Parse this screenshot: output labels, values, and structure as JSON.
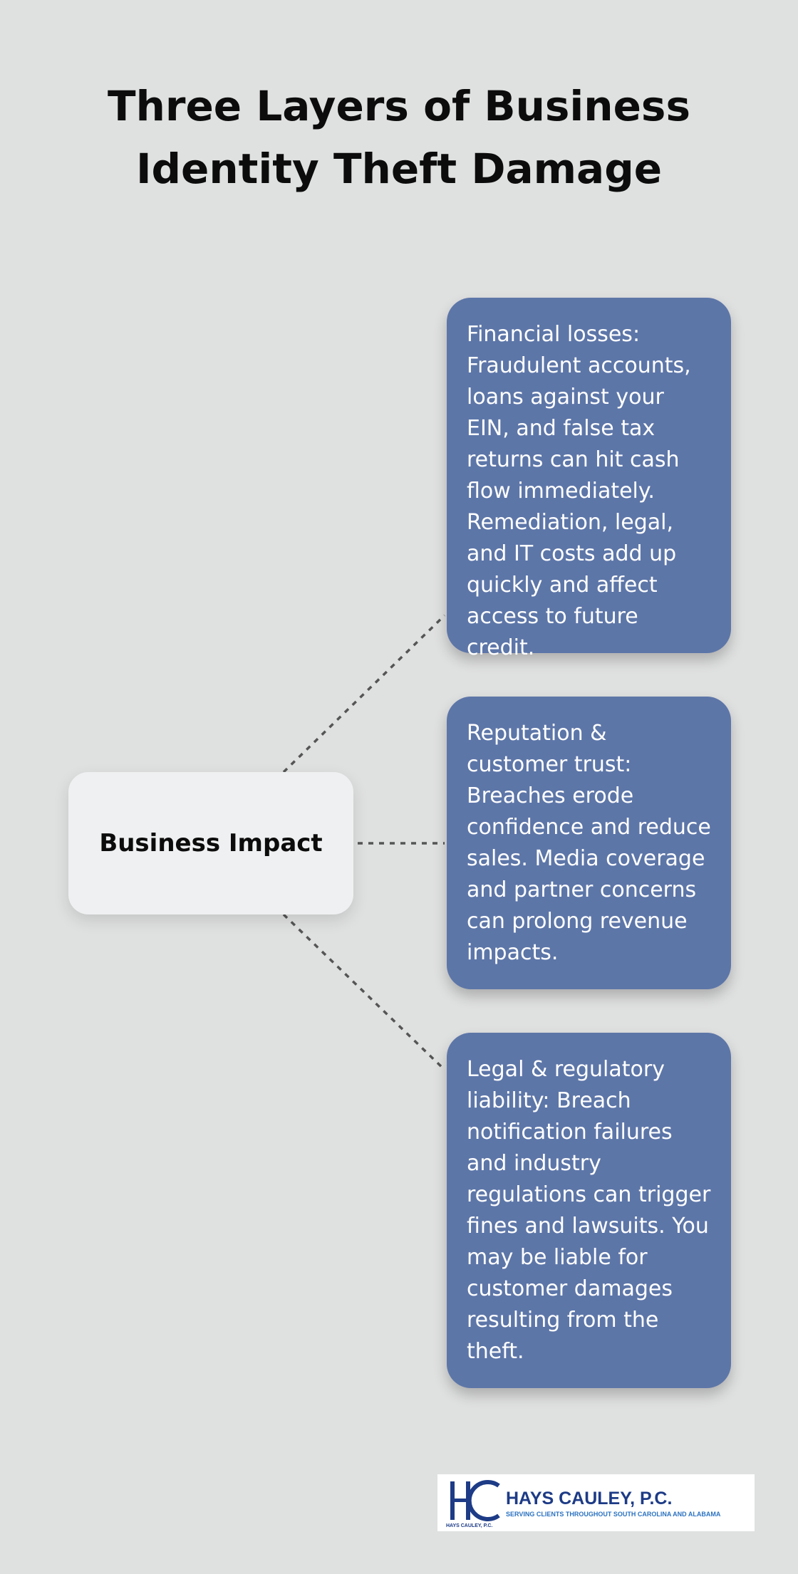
{
  "title": "Three Layers of Business Identity Theft Damage",
  "center_node": {
    "label": "Business Impact"
  },
  "cards": [
    {
      "text": "Financial losses: Fraudulent accounts, loans against your EIN, and false tax returns can hit cash flow immediately. Remediation, legal, and IT costs add up quickly and affect access to future credit."
    },
    {
      "text": "Reputation & customer trust: Breaches erode confidence and reduce sales. Media coverage and partner concerns can prolong revenue impacts."
    },
    {
      "text": "Legal & regulatory liability: Breach notification failures and industry regulations can trigger fines and lawsuits. You may be liable for customer damages resulting from the theft."
    }
  ],
  "logo": {
    "name": "HAYS CAULEY, P.C.",
    "tagline": "SERVING CLIENTS THROUGHOUT SOUTH CAROLINA AND ALABAMA",
    "small_text": "HAYS CAULEY, P.C."
  },
  "colors": {
    "background": "#dfe0e0",
    "card": "#5d76a8",
    "center_node": "#eff0f1",
    "connector": "#555555",
    "logo_navy": "#1d3b86",
    "logo_blue": "#2b72c0"
  }
}
